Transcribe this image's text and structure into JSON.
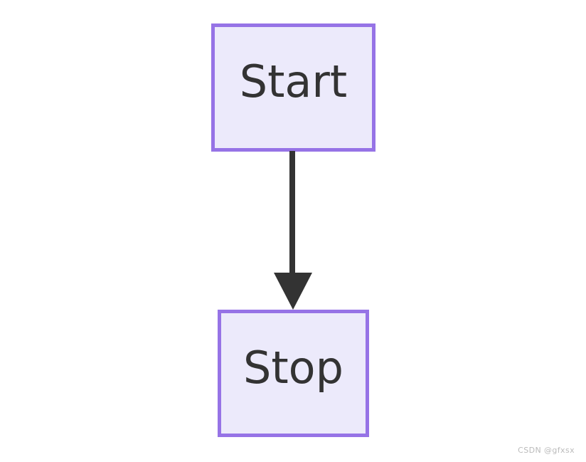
{
  "diagram": {
    "type": "flowchart",
    "direction": "top-down",
    "background_color": "#ffffff",
    "nodes": [
      {
        "id": "start",
        "label": "Start",
        "shape": "rectangle",
        "fill_color": "#ECEAFB",
        "border_color": "#9673E6",
        "text_color": "#333333"
      },
      {
        "id": "stop",
        "label": "Stop",
        "shape": "rectangle",
        "fill_color": "#ECEAFB",
        "border_color": "#9673E6",
        "text_color": "#333333"
      }
    ],
    "edges": [
      {
        "id": "start-stop",
        "from": "start",
        "to": "stop",
        "label": "",
        "arrowhead": "filled-triangle",
        "color": "#333333"
      }
    ]
  },
  "watermark": {
    "text": "CSDN @gfxsx",
    "color": "#BBBBBB"
  }
}
